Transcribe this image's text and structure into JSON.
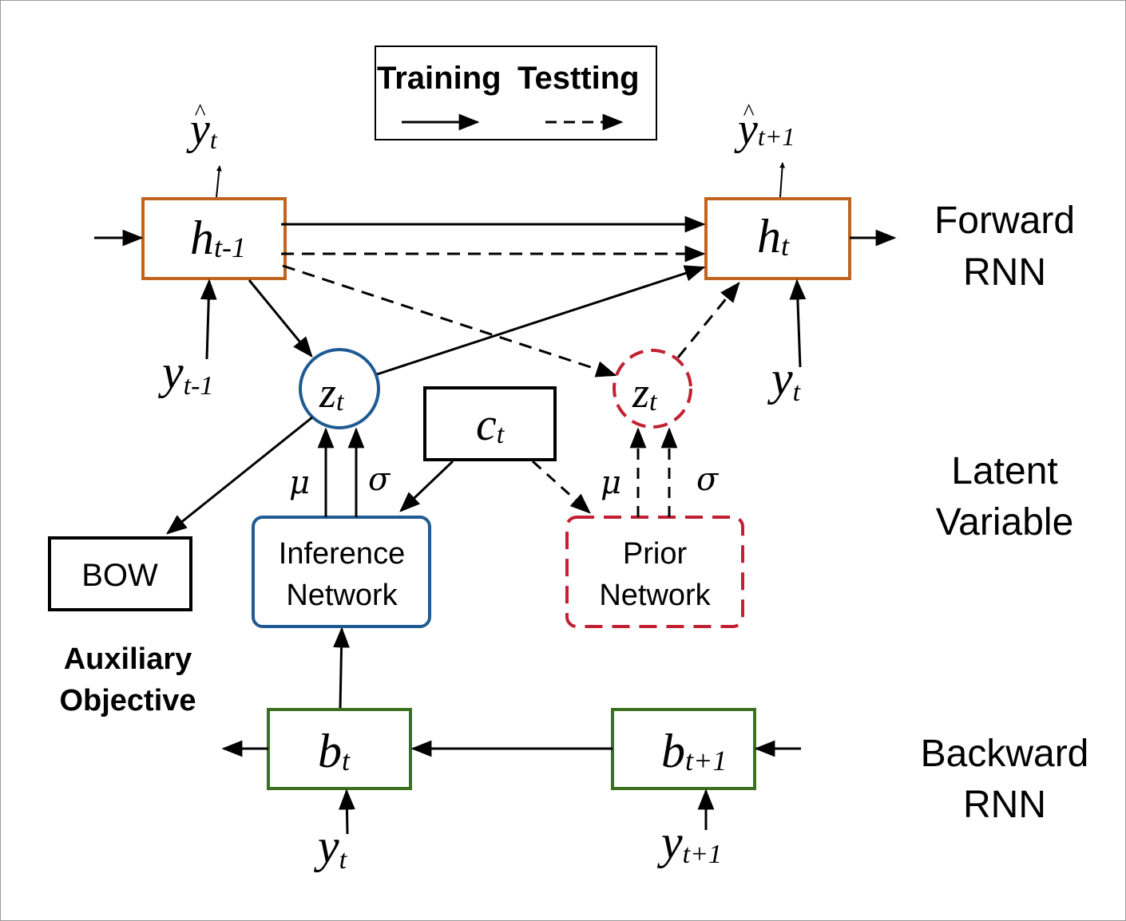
{
  "legend": {
    "training_label": "Training",
    "testing_label": "Testting"
  },
  "nodes": {
    "h_prev": {
      "main": "h",
      "sub": "t-1"
    },
    "h_t": {
      "main": "h",
      "sub": "t"
    },
    "z_post": {
      "main": "z",
      "sub": "t"
    },
    "z_prior": {
      "main": "z",
      "sub": "t"
    },
    "c_t": {
      "main": "c",
      "sub": "t"
    },
    "b_t": {
      "main": "b",
      "sub": "t"
    },
    "b_next": {
      "main": "b",
      "sub": "t+1"
    },
    "bow": "BOW",
    "inference_line1": "Inference",
    "inference_line2": "Network",
    "prior_line1": "Prior",
    "prior_line2": "Network"
  },
  "labels": {
    "yhat_t": {
      "main": "y",
      "sub": "t",
      "hat": "^"
    },
    "yhat_next": {
      "main": "y",
      "sub": "t+1",
      "hat": "^"
    },
    "y_prev": {
      "main": "y",
      "sub": "t-1"
    },
    "y_t_top": {
      "main": "y",
      "sub": "t"
    },
    "y_t_bottom": {
      "main": "y",
      "sub": "t"
    },
    "y_next_bottom": {
      "main": "y",
      "sub": "t+1"
    },
    "mu_left": "μ",
    "sigma_left": "σ",
    "mu_right": "μ",
    "sigma_right": "σ"
  },
  "side_labels": {
    "forward_line1": "Forward",
    "forward_line2": "RNN",
    "latent_line1": "Latent",
    "latent_line2": "Variable",
    "backward_line1": "Backward",
    "backward_line2": "RNN",
    "aux_line1": "Auxiliary",
    "aux_line2": "Objective"
  },
  "colors": {
    "forward_rnn": "#c0641e",
    "latent_inference": "#1f5a93",
    "latent_prior": "#c22032",
    "backward_rnn": "#3b7020",
    "black": "#000000"
  }
}
